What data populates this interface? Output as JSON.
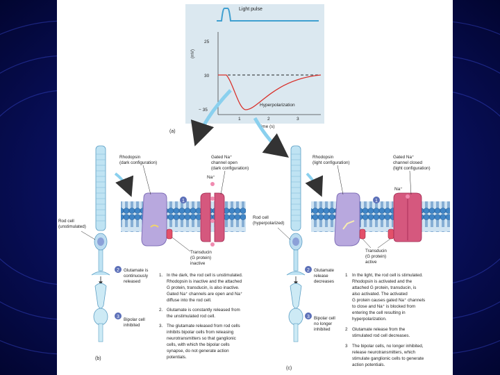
{
  "panel_a": {
    "label": "(a)",
    "light_pulse": "Light pulse",
    "y_axis_label": "(mV)",
    "y_ticks": [
      "25",
      "30",
      "− 35"
    ],
    "x_ticks": [
      "1",
      "2",
      "3"
    ],
    "x_axis_label": "Time (s)",
    "curve_label": "Hyperpolarization"
  },
  "panel_b": {
    "label": "(b)",
    "rhodopsin": [
      "Rhodopsin",
      "(dark configuration)"
    ],
    "channel": [
      "Gated Na⁺",
      "channel open",
      "(dark configuration)"
    ],
    "na_ion": "Na⁺",
    "step1_marker": "1",
    "rod_cell": [
      "Rod cell",
      "(unstimulated)"
    ],
    "transducin": [
      "Transducin",
      "(G protein)",
      "inactive"
    ],
    "step2_marker": "2",
    "glutamate": [
      "Glutamate is",
      "continuously",
      "released"
    ],
    "step3_marker": "3",
    "bipolar": [
      "Bipolar cell",
      "inhibited"
    ],
    "steps": [
      {
        "num": "1.",
        "lines": [
          "In the dark, the rod cell is unstimulated.",
          "Rhodopsin is inactive and the attached",
          "G protein, transducin, is also inactive.",
          "Gated Na⁺ channels are open and Na⁺",
          "diffuse into the rod cell."
        ]
      },
      {
        "num": "2.",
        "lines": [
          "Glutamate is constantly released from",
          "the unstimulated rod cell."
        ]
      },
      {
        "num": "3.",
        "lines": [
          "The glutamate released from rod cells",
          "inhibits bipolar cells from releasing",
          "neurotransmitters so that ganglionic",
          "cells, with which the bipolar cells",
          "synapse, do not generate action",
          "potentials."
        ]
      }
    ]
  },
  "panel_c": {
    "label": "(c)",
    "rhodopsin": [
      "Rhodopsin",
      "(light configuration)"
    ],
    "channel": [
      "Gated Na⁺",
      "channel closed",
      "(light configuration)"
    ],
    "na_ion": "Na⁺",
    "step1_marker": "1",
    "rod_cell": [
      "Rod cell",
      "(hyperpolarized)"
    ],
    "transducin": [
      "Transducin",
      "(G protein)",
      "active"
    ],
    "step2_marker": "2",
    "glutamate": [
      "Glutamate",
      "release",
      "decreases"
    ],
    "step3_marker": "3",
    "bipolar": [
      "Bipolar cell",
      "no longer",
      "inhibited"
    ],
    "steps": [
      {
        "num": "1",
        "lines": [
          "In the light, the rod cell is stimulated.",
          "Rhodopsin is activated and the",
          "attached G protein, transducin, is",
          "also activated. The activated",
          "G protein causes gated Na⁺ channels",
          "to close and Na⁺ is blocked from",
          "entering the cell resulting in",
          "hyperpolarization."
        ]
      },
      {
        "num": "2",
        "lines": [
          "Glutamate release from the",
          "stimulated rod cell decreases."
        ]
      },
      {
        "num": "3",
        "lines": [
          "The bipolar cells, no longer inhibited,",
          "release neurotransmitters, which",
          "stimulate ganglionic cells to generate",
          "action potentials."
        ]
      }
    ]
  }
}
